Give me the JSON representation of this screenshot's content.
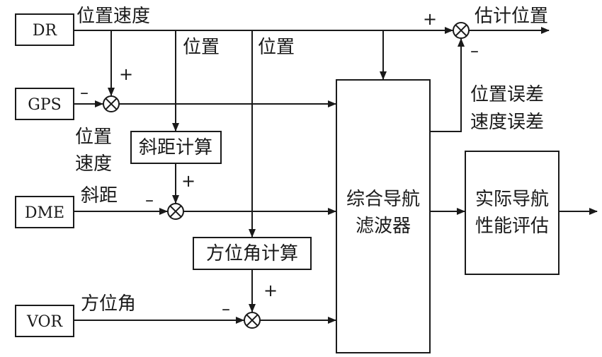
{
  "blocks": {
    "dr": "DR",
    "gps": "GPS",
    "dme": "DME",
    "vor": "VOR",
    "slant_calc": "斜距计算",
    "azimuth_calc": "方位角计算",
    "filter_line1": "综合导航",
    "filter_line2": "滤波器",
    "eval_line1": "实际导航",
    "eval_line2": "性能评估"
  },
  "labels": {
    "pos_vel": "位置速度",
    "position_a": "位置",
    "position_b": "位置",
    "est_pos": "估计位置",
    "pos_err": "位置误差",
    "vel_err": "速度误差",
    "gps_pos": "位置",
    "gps_vel": "速度",
    "slant_range": "斜距",
    "azimuth": "方位角"
  },
  "signs": {
    "plus": "+",
    "minus": "–"
  },
  "colors": {
    "ink": "#1a1a1a",
    "background": "#ffffff"
  }
}
